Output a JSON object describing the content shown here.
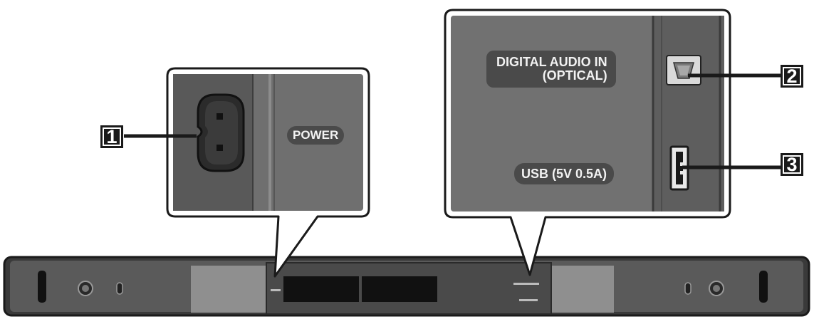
{
  "panels": {
    "power": {
      "port_label": "POWER"
    },
    "connections": {
      "optical_label_line1": "DIGITAL AUDIO IN",
      "optical_label_line2": "(OPTICAL)",
      "usb_label": "USB (5V 0.5A)"
    }
  },
  "callouts": [
    {
      "number": "1",
      "target": "power-port"
    },
    {
      "number": "2",
      "target": "optical-port"
    },
    {
      "number": "3",
      "target": "usb-port"
    }
  ],
  "colors": {
    "panel_dark": "#4f4f4f",
    "panel_mid": "#6e6e6e",
    "panel_light": "#8a8a8a",
    "outline": "#1a1a1a",
    "label_bg": "#4a4a4a",
    "label_text": "#f2f2f2"
  }
}
